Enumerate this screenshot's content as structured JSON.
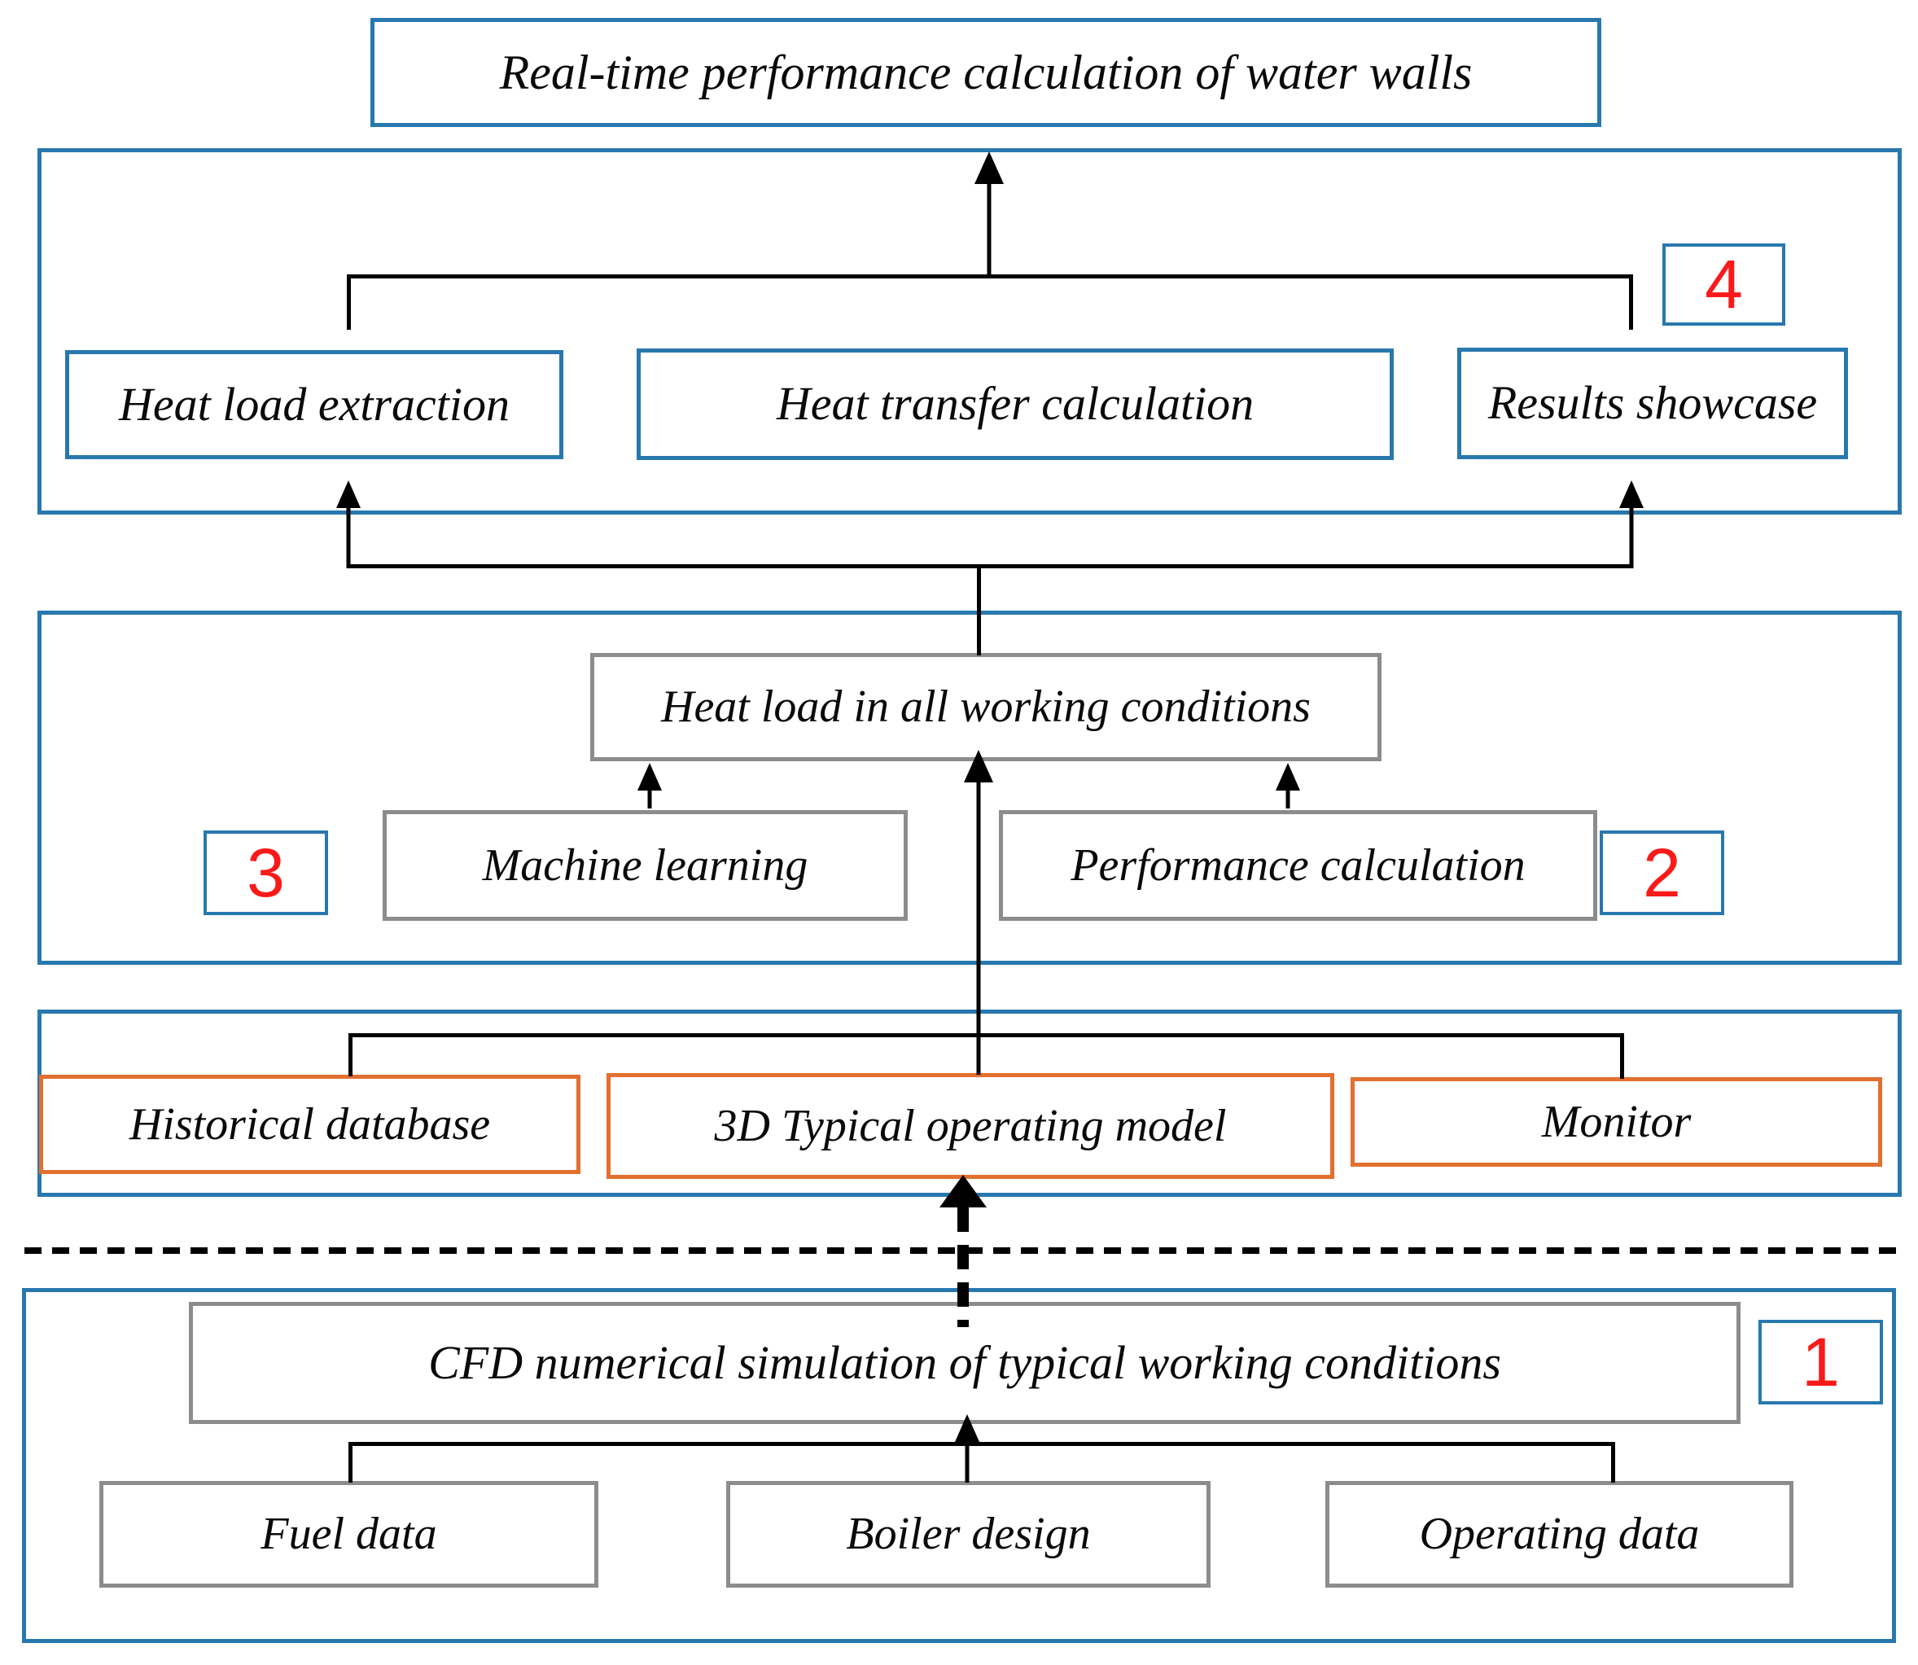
{
  "title_box": {
    "label": "Real-time performance calculation of water walls"
  },
  "stage4": {
    "number": "4",
    "heat_load_extraction": "Heat load extraction",
    "heat_transfer_calculation": "Heat transfer calculation",
    "results_showcase": "Results showcase"
  },
  "stage23": {
    "number3": "3",
    "number2": "2",
    "heat_load_all_conditions": "Heat load in all working conditions",
    "machine_learning": "Machine learning",
    "performance_calculation": "Performance calculation"
  },
  "data_layer": {
    "historical_database": "Historical database",
    "typical_operating_model": "3D Typical operating model",
    "monitor": "Monitor"
  },
  "stage1": {
    "number": "1",
    "cfd_simulation": "CFD numerical simulation of typical working conditions",
    "fuel_data": "Fuel data",
    "boiler_design": "Boiler design",
    "operating_data": "Operating data"
  },
  "colors": {
    "section_border_blue": "#2878ae",
    "data_box_orange": "#e2702f",
    "inner_box_gray": "#8c8c8c",
    "stage_number_red": "#fa1a1a",
    "connector_black": "#000000"
  }
}
